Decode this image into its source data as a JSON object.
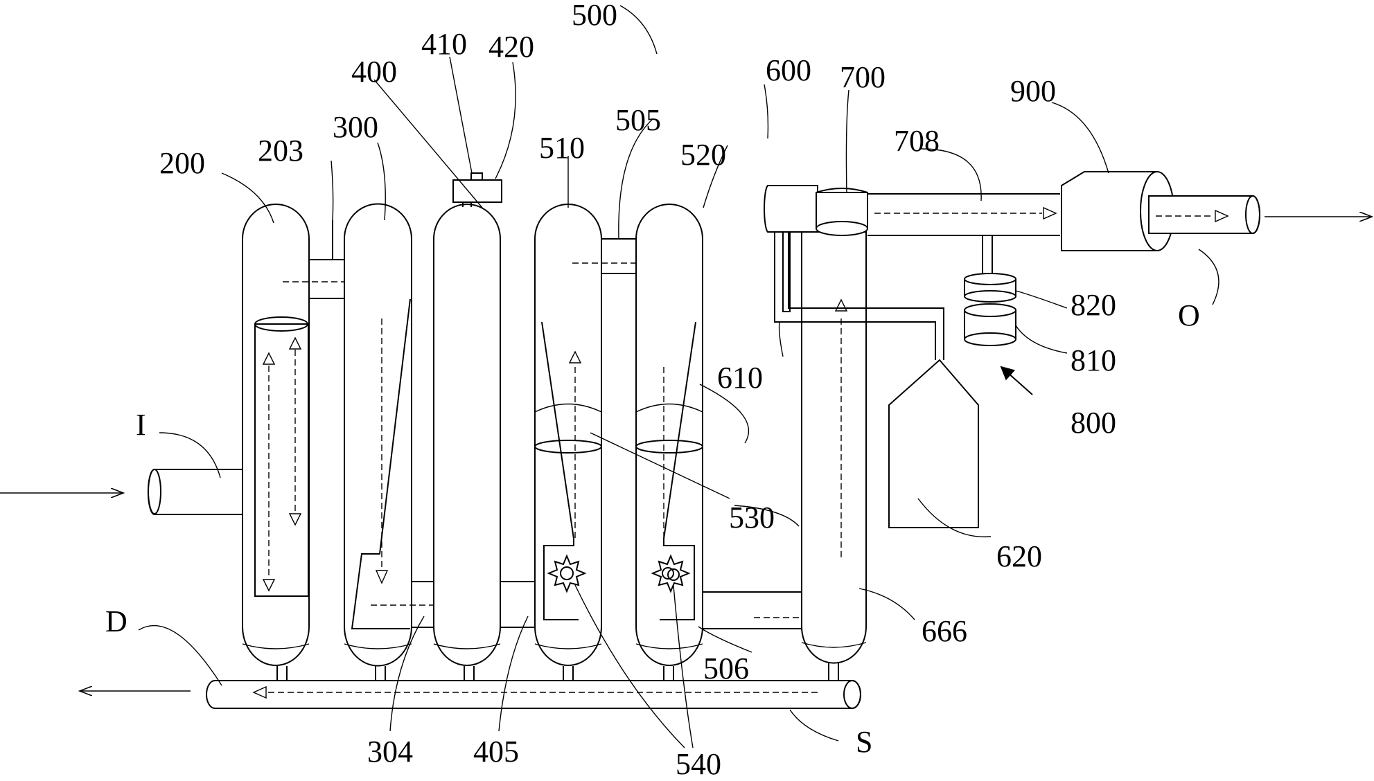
{
  "labels": {
    "l200": "200",
    "l203": "203",
    "l300": "300",
    "l304": "304",
    "l400": "400",
    "l405": "405",
    "l410": "410",
    "l420": "420",
    "l500": "500",
    "l505": "505",
    "l506": "506",
    "l510": "510",
    "l520": "520",
    "l530": "530",
    "l540": "540",
    "l600": "600",
    "l610": "610",
    "l620": "620",
    "l666": "666",
    "l700": "700",
    "l708": "708",
    "l800": "800",
    "l810": "810",
    "l820": "820",
    "l900": "900",
    "lI": "I",
    "lD": "D",
    "lO": "O",
    "lS": "S"
  }
}
